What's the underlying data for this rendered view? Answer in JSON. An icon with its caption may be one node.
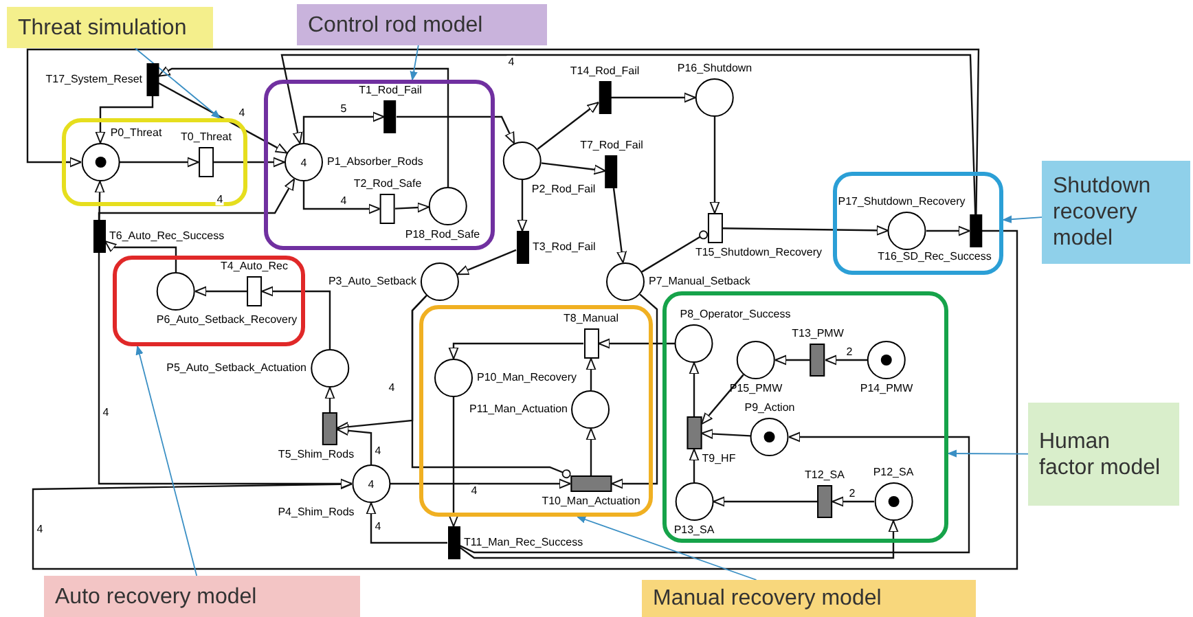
{
  "diagram": {
    "nodes": [
      {
        "text": [
          "Threat simulation"
        ]
      },
      {
        "text": [
          "Control rod model"
        ]
      },
      {
        "text": [],
        "shape": "box"
      },
      {
        "text": [
          "P0_Threat"
        ],
        "in": 2
      },
      {
        "text": [
          "T0_Threat"
        ],
        "in": 2
      },
      {
        "text": [],
        "shape": "box"
      },
      {
        "text": [
          "4",
          "P1_Absorber_Rods"
        ],
        "in": 5
      },
      {
        "text": [
          "T1_Rod_Fail"
        ],
        "in": 5
      },
      {
        "text": [
          "T2_Rod_Safe"
        ],
        "in": 5
      },
      {
        "text": [
          "P18_Rod_Safe"
        ],
        "in": 5
      },
      {
        "text": [
          "T17_System_Reset"
        ]
      },
      {
        "text": [
          "T14_Rod_Fail"
        ]
      },
      {
        "text": [
          "P16_Shutdown"
        ]
      },
      {
        "text": [
          "P2_Rod_Fail"
        ]
      },
      {
        "text": [
          "T7_Rod_Fail"
        ]
      },
      {
        "text": [
          "T3_Rod_Fail"
        ]
      },
      {
        "text": [],
        "shape": "box"
      },
      {
        "text": [
          "P17_Shutdown_Recovery"
        ],
        "in": 16
      },
      {
        "text": [
          "T16_SD_Rec_Success"
        ],
        "in": 16
      },
      {
        "text": [
          "T15_Shutdown_Recovery"
        ]
      },
      {
        "text": [
          "Shutdown recovery model"
        ]
      },
      {
        "text": [
          "P7_Manual_Setback"
        ]
      },
      {
        "text": [
          "T6_Auto_Rec_Success"
        ]
      },
      {
        "text": [],
        "shape": "box"
      },
      {
        "text": [
          "P6_Auto_Setback_Recovery"
        ],
        "in": 23
      },
      {
        "text": [
          "T4_Auto_Rec"
        ],
        "in": 23
      },
      {
        "text": [
          "P3_Auto_Setback"
        ]
      },
      {
        "text": [
          "P5_Auto_Setback_Actuation"
        ]
      },
      {
        "text": [
          "T5_Shim_Rods"
        ]
      },
      {
        "text": [
          "P4_Shim_Rods",
          "4"
        ]
      },
      {
        "text": [],
        "shape": "box"
      },
      {
        "text": [
          "T8_Manual"
        ],
        "in": 30
      },
      {
        "text": [
          "P10_Man_Recovery"
        ],
        "in": 30
      },
      {
        "text": [
          "P11_Man_Actuation"
        ],
        "in": 30
      },
      {
        "text": [
          "T10_Man_Actuation"
        ],
        "in": 30
      },
      {
        "text": [],
        "shape": "box"
      },
      {
        "text": [
          "P8_Operator_Success"
        ],
        "in": 35
      },
      {
        "text": [
          "P15_PMW"
        ],
        "in": 35
      },
      {
        "text": [
          "T13_PMW"
        ],
        "in": 35
      },
      {
        "text": [
          "P14_PMW"
        ],
        "in": 35
      },
      {
        "text": [
          "P9_Action"
        ],
        "in": 35
      },
      {
        "text": [
          "T9_HF"
        ],
        "in": 35
      },
      {
        "text": [
          "T12_SA"
        ],
        "in": 35
      },
      {
        "text": [
          "P12_SA"
        ],
        "in": 35
      },
      {
        "text": [
          "P13_SA"
        ],
        "in": 35
      },
      {
        "text": [
          "Human factor model"
        ]
      },
      {
        "text": [
          "T11_Man_Rec_Success"
        ]
      },
      {
        "text": [
          "Auto recovery model"
        ]
      },
      {
        "text": [
          "Manual recovery model"
        ]
      }
    ],
    "edges": [
      {
        "from": 10,
        "to": 3,
        "arrow": "to"
      },
      {
        "from": 10,
        "to": 6,
        "arrow": "to",
        "label": "4"
      },
      {
        "from": 3,
        "to": 4,
        "arrow": "to"
      },
      {
        "from": 4,
        "to": 6,
        "arrow": "to"
      },
      {
        "from": 6,
        "to": 7,
        "arrow": "to",
        "label": "5"
      },
      {
        "from": 7,
        "to": 13,
        "arrow": "to"
      },
      {
        "from": 6,
        "to": 8,
        "arrow": "to",
        "label": "4"
      },
      {
        "from": 8,
        "to": 9,
        "arrow": "to"
      },
      {
        "from": 9,
        "to": 10,
        "arrow": "to"
      },
      {
        "from": 13,
        "to": 11,
        "arrow": "to"
      },
      {
        "from": 11,
        "to": 12,
        "arrow": "to"
      },
      {
        "from": 13,
        "to": 14,
        "arrow": "to"
      },
      {
        "from": 14,
        "to": 21,
        "arrow": "to"
      },
      {
        "from": 13,
        "to": 15,
        "arrow": "to"
      },
      {
        "from": 15,
        "to": 26,
        "arrow": "to"
      },
      {
        "from": 12,
        "to": 19,
        "arrow": "to"
      },
      {
        "from": 21,
        "to": 19,
        "arrow": "other"
      },
      {
        "from": 19,
        "to": 17,
        "arrow": "to"
      },
      {
        "from": 17,
        "to": 18,
        "arrow": "to"
      },
      {
        "from": 18,
        "to": 3,
        "arrow": "to"
      },
      {
        "from": 18,
        "to": 6,
        "arrow": "to",
        "label": "4"
      },
      {
        "from": 18,
        "to": 29,
        "arrow": "to",
        "label": "4"
      },
      {
        "from": 26,
        "to": 28,
        "arrow": "to"
      },
      {
        "from": 29,
        "to": 28,
        "arrow": "to",
        "label": "4"
      },
      {
        "from": 28,
        "to": 27,
        "arrow": "to"
      },
      {
        "from": 27,
        "to": 25,
        "arrow": "to"
      },
      {
        "from": 25,
        "to": 24,
        "arrow": "to"
      },
      {
        "from": 24,
        "to": 22,
        "arrow": "to"
      },
      {
        "from": 22,
        "to": 3,
        "arrow": "to"
      },
      {
        "from": 22,
        "to": 6,
        "arrow": "to",
        "label": "4"
      },
      {
        "from": 22,
        "to": 29,
        "arrow": "to",
        "label": "4"
      },
      {
        "from": 29,
        "to": 34,
        "arrow": "to",
        "label": "4"
      },
      {
        "from": 26,
        "to": 34,
        "arrow": "other",
        "label": "4"
      },
      {
        "from": 34,
        "to": 33,
        "arrow": "to"
      },
      {
        "from": 33,
        "to": 31,
        "arrow": "to"
      },
      {
        "from": 36,
        "to": 31,
        "arrow": "to"
      },
      {
        "from": 31,
        "to": 32,
        "arrow": "to"
      },
      {
        "from": 32,
        "to": 46,
        "arrow": "to"
      },
      {
        "from": 21,
        "to": 34,
        "arrow": "to"
      },
      {
        "from": 40,
        "to": 41,
        "arrow": "to"
      },
      {
        "from": 44,
        "to": 41,
        "arrow": "to"
      },
      {
        "from": 37,
        "to": 41,
        "arrow": "to"
      },
      {
        "from": 41,
        "to": 36,
        "arrow": "to"
      },
      {
        "from": 38,
        "to": 37,
        "arrow": "to"
      },
      {
        "from": 39,
        "to": 38,
        "arrow": "to",
        "label": "2"
      },
      {
        "from": 42,
        "to": 44,
        "arrow": "to"
      },
      {
        "from": 43,
        "to": 42,
        "arrow": "to",
        "label": "2"
      },
      {
        "from": 46,
        "to": 29,
        "arrow": "to",
        "label": "4"
      },
      {
        "from": 46,
        "to": 40,
        "arrow": "to"
      },
      {
        "from": 46,
        "to": 43,
        "arrow": "to"
      },
      {
        "from": 0,
        "to": 2,
        "arrow": "to",
        "color": "#3a8fc4"
      },
      {
        "from": 1,
        "to": 5,
        "arrow": "to",
        "color": "#3a8fc4"
      },
      {
        "from": 20,
        "to": 16,
        "arrow": "to",
        "color": "#3a8fc4"
      },
      {
        "from": 45,
        "to": 35,
        "arrow": "to",
        "color": "#3a8fc4"
      },
      {
        "from": 47,
        "to": 23,
        "arrow": "to",
        "color": "#3a8fc4"
      },
      {
        "from": 48,
        "to": 30,
        "arrow": "to",
        "color": "#3a8fc4"
      }
    ]
  }
}
